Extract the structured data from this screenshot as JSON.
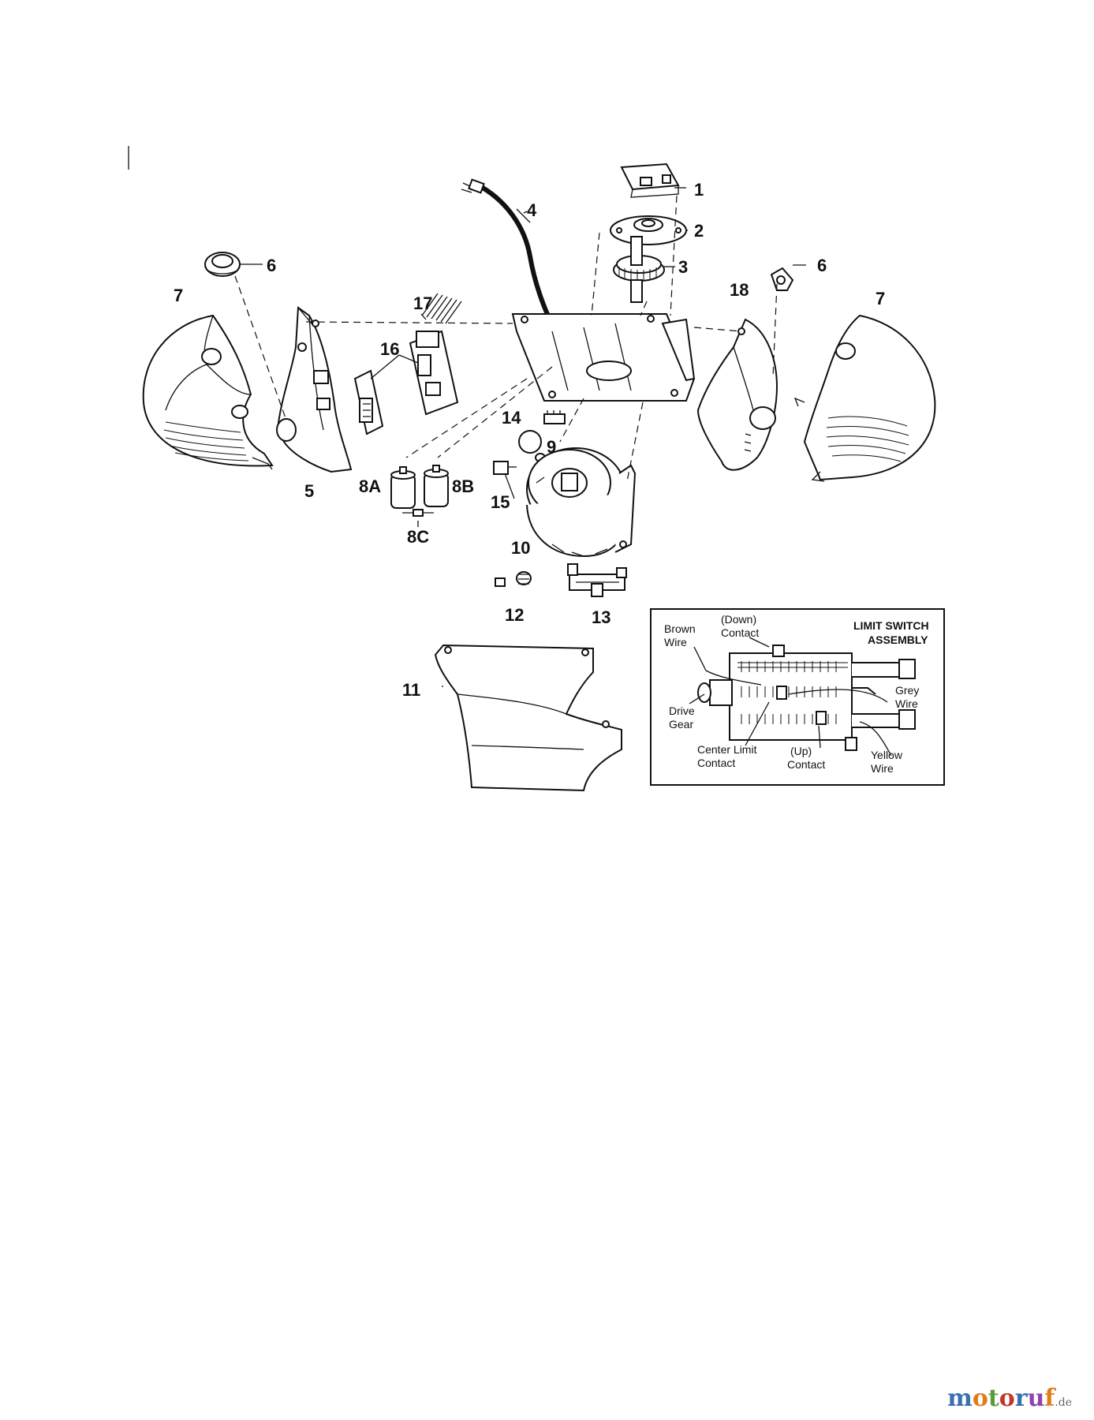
{
  "parts": {
    "p1": "1",
    "p2": "2",
    "p3": "3",
    "p4": "4",
    "p5": "5",
    "p6_left": "6",
    "p6_right": "6",
    "p7_left": "7",
    "p7_right": "7",
    "p8a": "8A",
    "p8b": "8B",
    "p8c": "8C",
    "p9": "9",
    "p10": "10",
    "p11": "11",
    "p12": "12",
    "p13": "13",
    "p14": "14",
    "p15": "15",
    "p16": "16",
    "p17": "17",
    "p18": "18"
  },
  "inset": {
    "title_line1": "LIMIT SWITCH",
    "title_line2": "ASSEMBLY",
    "brown_wire_1": "Brown",
    "brown_wire_2": "Wire",
    "down_contact_1": "(Down)",
    "down_contact_2": "Contact",
    "drive_gear_1": "Drive",
    "drive_gear_2": "Gear",
    "grey_wire_1": "Grey",
    "grey_wire_2": "Wire",
    "center_limit_1": "Center Limit",
    "center_limit_2": "Contact",
    "up_contact_1": "(Up)",
    "up_contact_2": "Contact",
    "yellow_wire_1": "Yellow",
    "yellow_wire_2": "Wire"
  },
  "watermark": {
    "letters": [
      "m",
      "o",
      "t",
      "o",
      "r",
      "u",
      "f"
    ],
    "colors": [
      "#3a6fb0",
      "#e07b1a",
      "#5a9c3a",
      "#c0392b",
      "#3a6fb0",
      "#8e44ad",
      "#e07b1a"
    ],
    "suffix": ".de"
  }
}
